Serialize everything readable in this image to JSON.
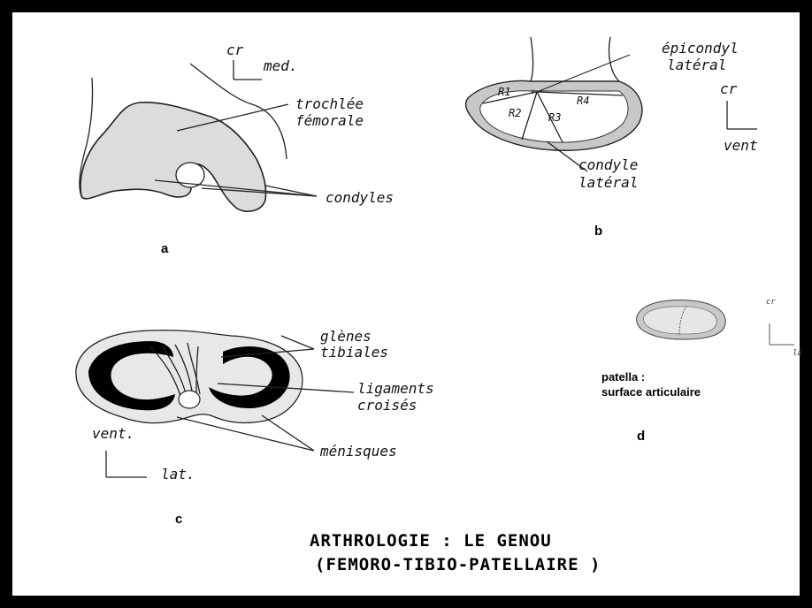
{
  "panel_a": {
    "letter": "a",
    "axis_cr": "cr",
    "axis_med": "med.",
    "label_trochlee_1": "trochlée",
    "label_trochlee_2": "fémorale",
    "label_condyles": "condyles"
  },
  "panel_b": {
    "letter": "b",
    "label_epicondyl_1": "épicondyl",
    "label_epicondyl_2": "latéral",
    "axis_cr": "cr",
    "axis_vent": "vent",
    "label_condyle_1": "condyle",
    "label_condyle_2": "latéral",
    "r1": "R1",
    "r2": "R2",
    "r3": "R3",
    "r4": "R4"
  },
  "panel_c": {
    "letter": "c",
    "label_glenes_1": "glènes",
    "label_glenes_2": "tibiales",
    "label_ligaments_1": "ligaments",
    "label_ligaments_2": "croisés",
    "label_menisques": "ménisques",
    "axis_vent": "vent.",
    "axis_lat": "lat."
  },
  "panel_d": {
    "letter": "d",
    "caption_1": "patella :",
    "caption_2": "surface articulaire",
    "axis_cr": "cr",
    "axis_la": "la"
  },
  "title": {
    "line1": "ARTHROLOGIE : LE GENOU",
    "line2": "(FEMORO-TIBIO-PATELLAIRE )"
  }
}
